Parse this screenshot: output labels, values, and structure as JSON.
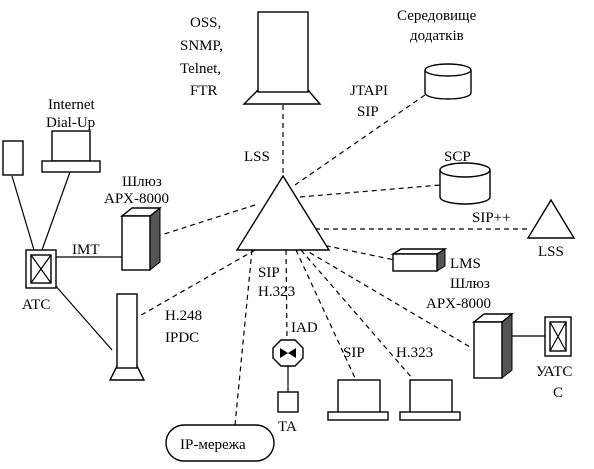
{
  "labels": {
    "oss_1": "OSS,",
    "oss_2": "SNMP,",
    "oss_3": "Telnet,",
    "oss_4": "FTR",
    "app_env_1": "Середовище",
    "app_env_2": "додатків",
    "jtapi_1": "JTAPI",
    "jtapi_2": "SIP",
    "internet_1": "Internet",
    "internet_2": "Dial-Up",
    "lss_top": "LSS",
    "scp": "SCP",
    "gw1_1": "Шлюз",
    "gw1_2": "APX-8000",
    "sippp": "SIP++",
    "imt": "IMT",
    "lss_right": "LSS",
    "lms": "LMS",
    "gw2_1": "Шлюз",
    "gw2_2": "APX-8000",
    "sip_h323_1": "SIP",
    "sip_h323_2": "H.323",
    "atc": "ATC",
    "h248_1": "H.248",
    "h248_2": "IPDC",
    "iad": "IAD",
    "sip_bottom": "SIP",
    "h323_bottom": "H.323",
    "uatc_1": "УАТС",
    "uatc_2": "С",
    "ta": "TA",
    "ip_network": "IP-мережа"
  }
}
